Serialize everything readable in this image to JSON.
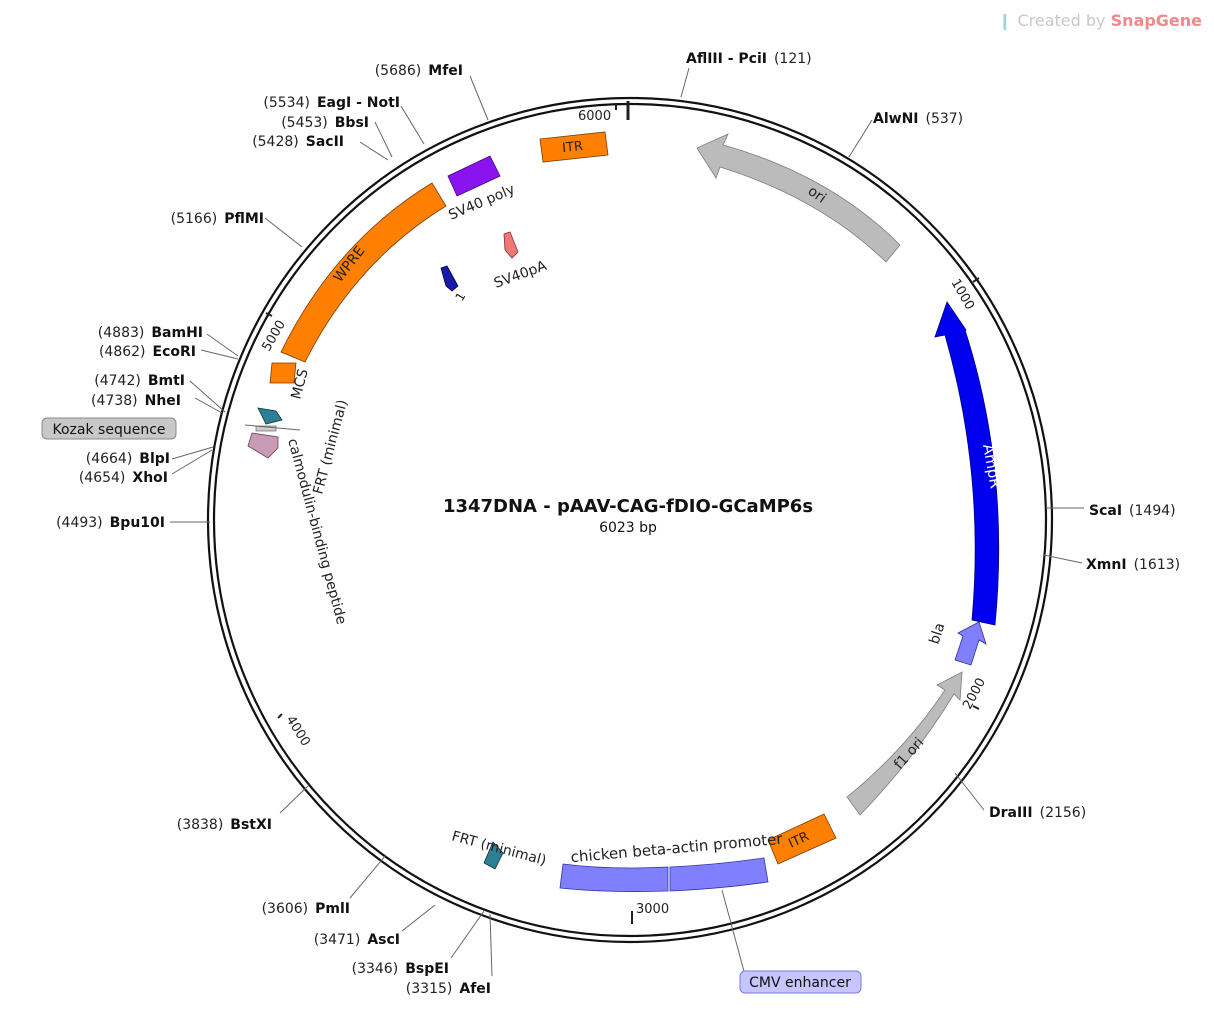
{
  "watermark": {
    "prefix": "Created by",
    "brand": "SnapGene"
  },
  "plasmid": {
    "name": "1347DNA - pAAV-CAG-fDIO-GCaMP6s",
    "length_label": "6023 bp",
    "length": 6023
  },
  "ticks": [
    {
      "pos": 6000,
      "label": "6000"
    },
    {
      "pos": 1000,
      "label": "1000"
    },
    {
      "pos": 2000,
      "label": "2000"
    },
    {
      "pos": 3000,
      "label": "3000"
    },
    {
      "pos": 4000,
      "label": "4000"
    },
    {
      "pos": 5000,
      "label": "5000"
    }
  ],
  "sites": [
    {
      "name": "AflIII - PciI",
      "pos": "(121)",
      "pos_value": 121,
      "side": "right"
    },
    {
      "name": "AlwNI",
      "pos": "(537)",
      "pos_value": 537,
      "side": "right"
    },
    {
      "name": "ScaI",
      "pos": "(1494)",
      "pos_value": 1494,
      "side": "right"
    },
    {
      "name": "XmnI",
      "pos": "(1613)",
      "pos_value": 1613,
      "side": "right"
    },
    {
      "name": "DraIII",
      "pos": "(2156)",
      "pos_value": 2156,
      "side": "right"
    },
    {
      "name": "AfeI",
      "pos": "(3315)",
      "pos_value": 3315,
      "side": "left"
    },
    {
      "name": "BspEI",
      "pos": "(3346)",
      "pos_value": 3346,
      "side": "left"
    },
    {
      "name": "AscI",
      "pos": "(3471)",
      "pos_value": 3471,
      "side": "left"
    },
    {
      "name": "PmlI",
      "pos": "(3606)",
      "pos_value": 3606,
      "side": "left"
    },
    {
      "name": "BstXI",
      "pos": "(3838)",
      "pos_value": 3838,
      "side": "left"
    },
    {
      "name": "Bpu10I",
      "pos": "(4493)",
      "pos_value": 4493,
      "side": "left"
    },
    {
      "name": "XhoI",
      "pos": "(4654)",
      "pos_value": 4654,
      "side": "left"
    },
    {
      "name": "BlpI",
      "pos": "(4664)",
      "pos_value": 4664,
      "side": "left"
    },
    {
      "name": "NheI",
      "pos": "(4738)",
      "pos_value": 4738,
      "side": "left"
    },
    {
      "name": "BmtI",
      "pos": "(4742)",
      "pos_value": 4742,
      "side": "left"
    },
    {
      "name": "EcoRI",
      "pos": "(4862)",
      "pos_value": 4862,
      "side": "left"
    },
    {
      "name": "BamHI",
      "pos": "(4883)",
      "pos_value": 4883,
      "side": "left"
    },
    {
      "name": "PflMI",
      "pos": "(5166)",
      "pos_value": 5166,
      "side": "left"
    },
    {
      "name": "SacII",
      "pos": "(5428)",
      "pos_value": 5428,
      "side": "left"
    },
    {
      "name": "BbsI",
      "pos": "(5453)",
      "pos_value": 5453,
      "side": "left"
    },
    {
      "name": "EagI - NotI",
      "pos": "(5534)",
      "pos_value": 5534,
      "side": "left"
    },
    {
      "name": "MfeI",
      "pos": "(5686)",
      "pos_value": 5686,
      "side": "left"
    }
  ],
  "features": [
    {
      "name": "ITR",
      "color": "#ff8000",
      "kind": "box",
      "start": 5720,
      "end": 5870
    },
    {
      "name": "ori",
      "color": "#bbbbbb",
      "kind": "arrow-ccw",
      "start": 250,
      "end": 900
    },
    {
      "name": "AmpR",
      "color": "#0000ee",
      "kind": "arrow-ccw",
      "start": 1075,
      "end": 1880
    },
    {
      "name": "bla",
      "color": "#8080ff",
      "kind": "arrow-ccw",
      "start": 1880,
      "end": 1960
    },
    {
      "name": "f1 ori",
      "color": "#bbbbbb",
      "kind": "arrow-ccw",
      "start": 2050,
      "end": 2490
    },
    {
      "name": "ITR",
      "color": "#ff8000",
      "kind": "box",
      "start": 2560,
      "end": 2700
    },
    {
      "name": "chicken beta-actin promoter",
      "color": "#8080ff",
      "kind": "box",
      "start": 2700,
      "end": 2980
    },
    {
      "name": "CMV enhancer",
      "color": "#8080ff",
      "kind": "box",
      "start": 2985,
      "end": 3270
    },
    {
      "name": "FRT (minimal)",
      "color": "#2d7f96",
      "kind": "arrow-ccw",
      "start": 3270,
      "end": 3330
    },
    {
      "name": "FRT (minimal)",
      "color": "#2d7f96",
      "kind": "arrow-cw",
      "start": 4740,
      "end": 4790
    },
    {
      "name": "calmodulin-binding peptide",
      "color": "#c79bb6",
      "kind": "arrow-ccw",
      "start": 4640,
      "end": 4700
    },
    {
      "name": "MCS",
      "color": "#ff8000",
      "kind": "box",
      "start": 4840,
      "end": 4900
    },
    {
      "name": "WPRE",
      "color": "#ff8000",
      "kind": "box",
      "start": 4930,
      "end": 5420
    },
    {
      "name": "SV40 poly",
      "color": "#8a14ee",
      "kind": "box",
      "start": 5520,
      "end": 5650
    },
    {
      "name": "SV40pA",
      "color": "#ee7777",
      "kind": "arrow-cw",
      "start": 5760,
      "end": 5810
    },
    {
      "name": "1",
      "color": "#1a1aa8",
      "kind": "arrow-cw",
      "start": 5540,
      "end": 5580
    }
  ],
  "callouts": [
    {
      "name": "Kozak sequence",
      "color": "#c8c8c8"
    },
    {
      "name": "CMV enhancer",
      "color": "#c5c5ff"
    }
  ]
}
